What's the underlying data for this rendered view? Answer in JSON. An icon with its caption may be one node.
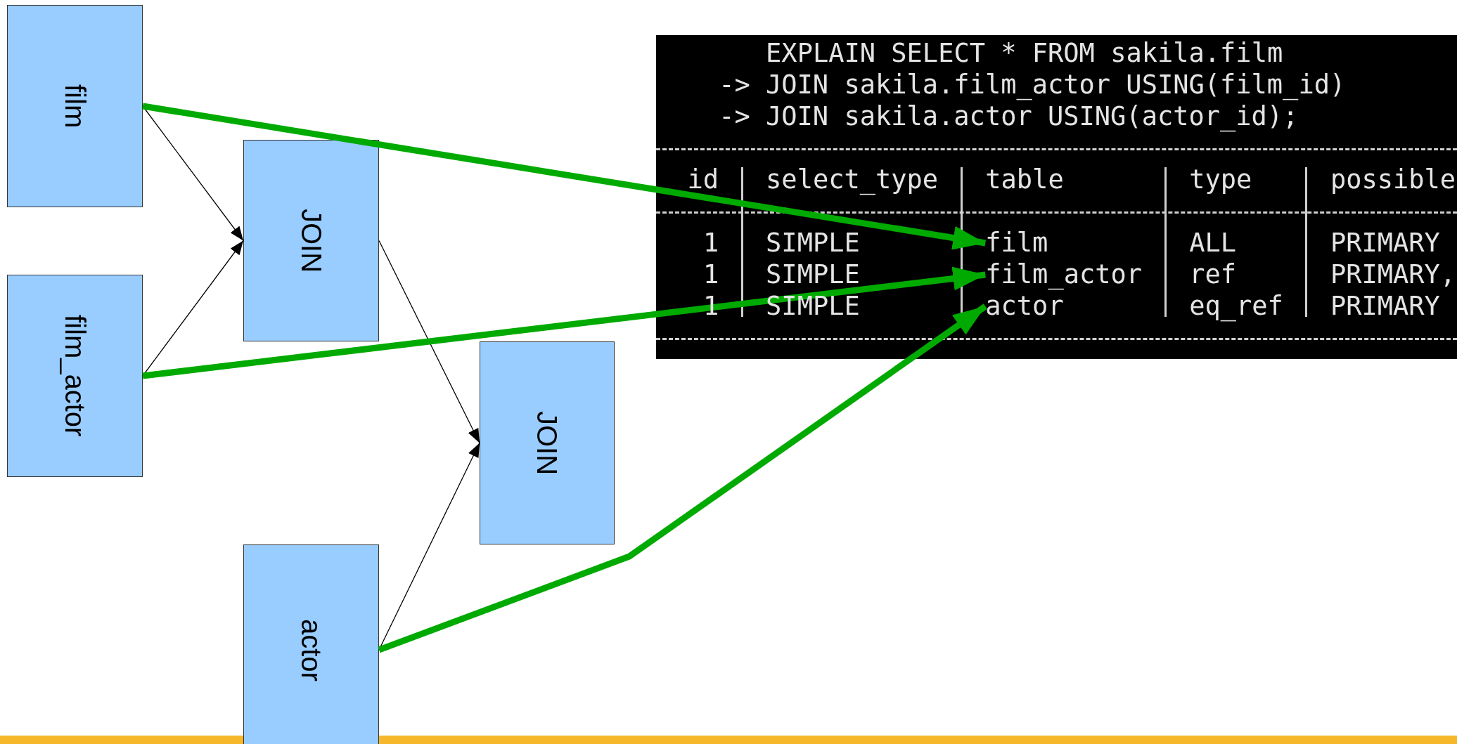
{
  "diagram": {
    "nodes": [
      {
        "text": [
          "film"
        ]
      },
      {
        "text": [
          "film_actor"
        ]
      },
      {
        "text": [
          "JOIN"
        ]
      },
      {
        "text": [
          "actor"
        ]
      },
      {
        "text": [
          "JOIN"
        ]
      },
      {
        "text": [
          "EXPLAIN SELECT * FROM sakila.film",
          "-> JOIN sakila.film_actor USING(film_id)",
          "-> JOIN sakila.actor USING(actor_id);"
        ]
      },
      {
        "text": [
          "film"
        ],
        "in": 5
      },
      {
        "text": [
          "film_actor"
        ],
        "in": 5
      },
      {
        "text": [
          "actor"
        ],
        "in": 5
      }
    ],
    "edges": [
      {
        "from": 0,
        "to": 2,
        "arrow": "to"
      },
      {
        "from": 1,
        "to": 2,
        "arrow": "to"
      },
      {
        "from": 2,
        "to": 4,
        "arrow": "to"
      },
      {
        "from": 3,
        "to": 4,
        "arrow": "to"
      },
      {
        "from": 0,
        "to": 6,
        "arrow": "to",
        "style": "thick",
        "color": "#00aa00"
      },
      {
        "from": 1,
        "to": 7,
        "arrow": "to",
        "style": "thick",
        "color": "#00aa00"
      },
      {
        "from": 3,
        "to": 8,
        "arrow": "to",
        "style": "thick",
        "color": "#00aa00"
      }
    ],
    "labels": [
      "id",
      "select_type",
      "table",
      "type",
      "possible",
      "1",
      "SIMPLE",
      "ALL",
      "PRIMARY",
      "1",
      "SIMPLE",
      "ref",
      "PRIMARY,",
      "1",
      "SIMPLE",
      "eq_ref",
      "PRIMARY"
    ]
  }
}
